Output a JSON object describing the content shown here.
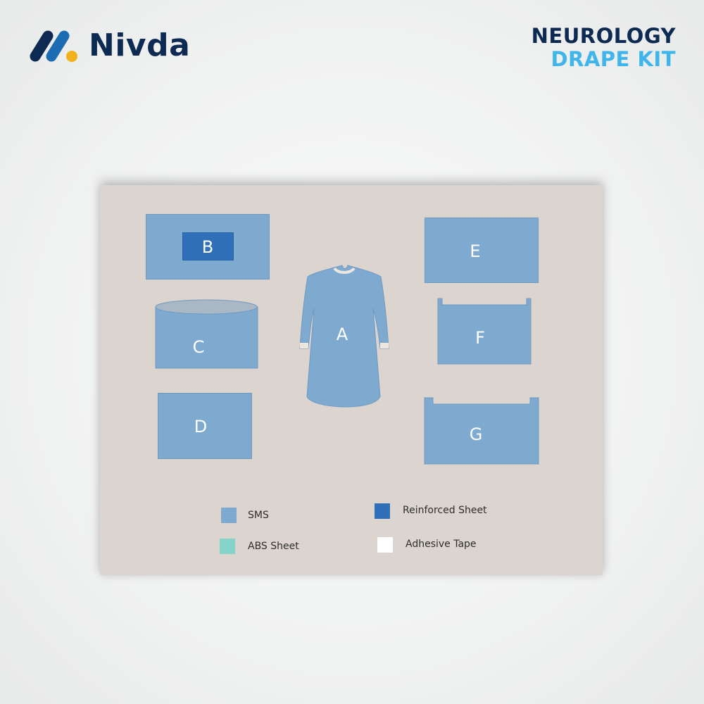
{
  "brand": {
    "name": "Nivda",
    "colors": {
      "navy": "#0d2a52",
      "blue": "#1c6cb4",
      "yellow": "#f2b21b"
    }
  },
  "header": {
    "title_line1": "NEUROLOGY",
    "title_line2": "DRAPE KIT",
    "title_line1_color": "#0d2a52",
    "title_line2_color": "#3fb5ec"
  },
  "diagram": {
    "background": "#dcd5cf",
    "items": [
      {
        "id": "A",
        "label": "A",
        "shape": "gown",
        "material": "SMS"
      },
      {
        "id": "B",
        "label": "B",
        "shape": "rectangle-with-reinforced-center",
        "material": "SMS + Reinforced Sheet"
      },
      {
        "id": "C",
        "label": "C",
        "shape": "cylinder",
        "material": "SMS"
      },
      {
        "id": "D",
        "label": "D",
        "shape": "rectangle",
        "material": "SMS"
      },
      {
        "id": "E",
        "label": "E",
        "shape": "rectangle",
        "material": "SMS"
      },
      {
        "id": "F",
        "label": "F",
        "shape": "pocket",
        "material": "SMS"
      },
      {
        "id": "G",
        "label": "G",
        "shape": "pocket",
        "material": "SMS"
      }
    ]
  },
  "legend": [
    {
      "label": "SMS",
      "color": "#7faacf"
    },
    {
      "label": "Reinforced Sheet",
      "color": "#3070b9"
    },
    {
      "label": "ABS Sheet",
      "color": "#86d3cc"
    },
    {
      "label": "Adhesive Tape",
      "color": "#ffffff"
    }
  ]
}
